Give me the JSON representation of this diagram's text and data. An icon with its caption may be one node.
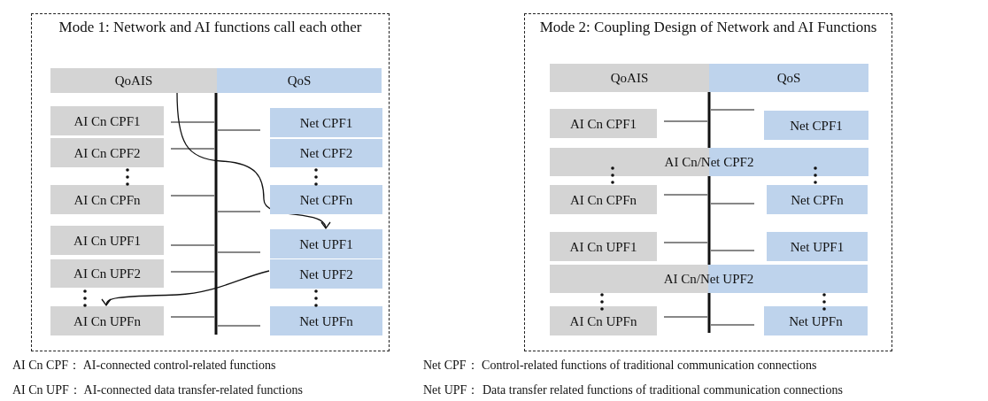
{
  "diagram": {
    "nodes": [
      {
        "text": [
          "Mode 1: Network and AI functions call each other"
        ]
      },
      {
        "text": [
          "QoAIS"
        ],
        "in": 0
      },
      {
        "text": [
          "QoS"
        ],
        "in": 0
      },
      {
        "text": [
          "AI Cn CPF1"
        ],
        "in": 0
      },
      {
        "text": [
          "Net CPF1"
        ],
        "in": 0
      },
      {
        "text": [
          "AI Cn CPF2"
        ],
        "in": 0
      },
      {
        "text": [
          "Net CPF2"
        ],
        "in": 0
      },
      {
        "text": [
          "AI Cn CPFn"
        ],
        "in": 0
      },
      {
        "text": [
          "Net CPFn"
        ],
        "in": 0
      },
      {
        "text": [
          "AI Cn UPF1"
        ],
        "in": 0
      },
      {
        "text": [
          "Net UPF1"
        ],
        "in": 0
      },
      {
        "text": [
          "AI Cn UPF2"
        ],
        "in": 0
      },
      {
        "text": [
          "Net UPF2"
        ],
        "in": 0
      },
      {
        "text": [
          "AI Cn UPFn"
        ],
        "in": 0
      },
      {
        "text": [
          "Net UPFn"
        ],
        "in": 0
      },
      {
        "text": [
          "Mode 2: Coupling Design of Network and AI Functions"
        ]
      },
      {
        "text": [
          "QoAIS"
        ],
        "in": 15
      },
      {
        "text": [
          "QoS"
        ],
        "in": 15
      },
      {
        "text": [
          "AI Cn CPF1"
        ],
        "in": 15
      },
      {
        "text": [
          "Net CPF1"
        ],
        "in": 15
      },
      {
        "text": [
          "AI Cn/Net CPF2"
        ],
        "in": 15
      },
      {
        "text": [
          "AI Cn CPFn"
        ],
        "in": 15
      },
      {
        "text": [
          "Net CPFn"
        ],
        "in": 15
      },
      {
        "text": [
          "AI Cn UPF1"
        ],
        "in": 15
      },
      {
        "text": [
          "Net UPF1"
        ],
        "in": 15
      },
      {
        "text": [
          "AI Cn/Net UPF2"
        ],
        "in": 15
      },
      {
        "text": [
          "AI Cn UPFn"
        ],
        "in": 15
      },
      {
        "text": [
          "Net UPFn"
        ],
        "in": 15
      }
    ],
    "edges": [
      {
        "from": 1,
        "to": 10,
        "arrow": "to"
      },
      {
        "from": 12,
        "to": 13,
        "arrow": "to"
      }
    ],
    "labels": [
      "AI Cn CPF： AI-connected control-related functions",
      "Net CPF： Control-related functions of traditional communication connections",
      "AI Cn UPF： AI-connected data transfer-related functions",
      "Net UPF： Data transfer related functions of traditional communication connections"
    ]
  }
}
